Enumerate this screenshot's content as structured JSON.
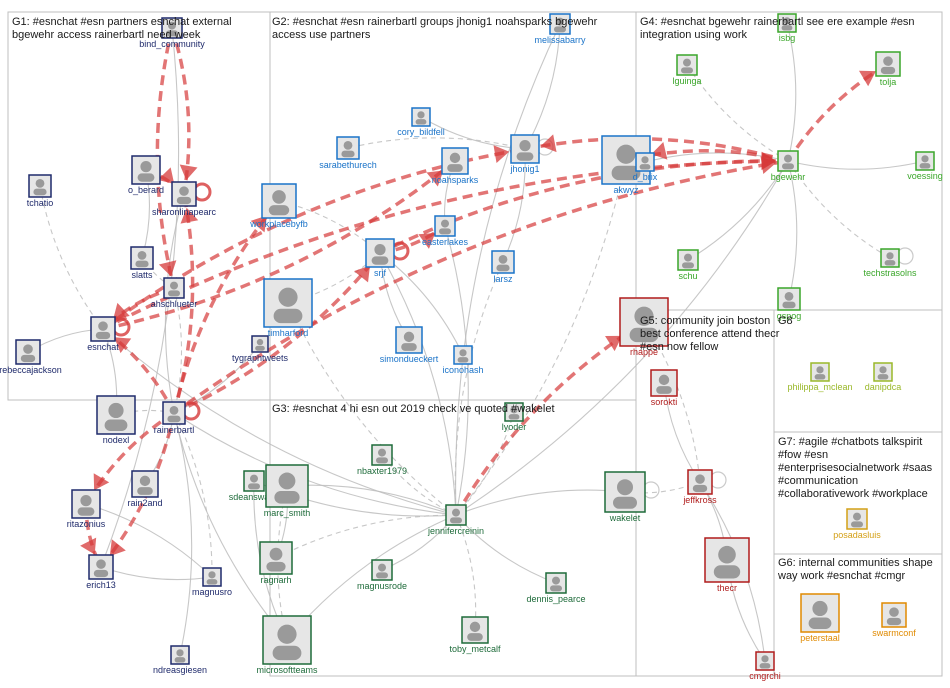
{
  "groups": [
    {
      "id": "G1",
      "label": "G1: #esnchat #esn partners esnchat external bgewehr access rainerbartl need week"
    },
    {
      "id": "G2",
      "label": "G2: #esnchat #esn rainerbartl groups jhonig1 noahsparks bgewehr access use partners"
    },
    {
      "id": "G3",
      "label": "G3: #esnchat 4 hi esn out 2019 check ve quoted #wakelet"
    },
    {
      "id": "G4",
      "label": "G4: #esnchat bgewehr rainerbartl see ere example #esn integration using work"
    },
    {
      "id": "G5",
      "label": "G5: community join boston best conference attend thecr #esn now fellow"
    },
    {
      "id": "G6",
      "label": "G6: internal communities shape way work #esnchat #cmgr"
    },
    {
      "id": "G7",
      "label": "G7: #agile #chatbots talkspirit #fow #esn #enterprisesocialnetwork #saas #communication #collaborativework #workplace"
    },
    {
      "id": "G8",
      "label": "G8"
    }
  ],
  "colors": {
    "G1": "#1f2a6b",
    "G2": "#1a73c8",
    "G3": "#1e6b3a",
    "G4": "#3aa62a",
    "G5": "#b01c1c",
    "G6": "#e08a00",
    "G7": "#d4a017",
    "G8": "#9ab82a",
    "edge": "#bdbdbd",
    "edge_red": "#d63a3a",
    "border": "#bfbfbf"
  },
  "nodes": [
    {
      "id": "bind_community",
      "label": "bind_community",
      "group": "G1"
    },
    {
      "id": "tchatio",
      "label": "tchatio",
      "group": "G1"
    },
    {
      "id": "o_berard",
      "label": "o_berard",
      "group": "G1"
    },
    {
      "id": "sharonlinapearc",
      "label": "sharonlinapearc",
      "group": "G1"
    },
    {
      "id": "slatts",
      "label": "slatts",
      "group": "G1"
    },
    {
      "id": "ahschlueter",
      "label": "ahschlueter",
      "group": "G1"
    },
    {
      "id": "esnchat",
      "label": "esnchat",
      "group": "G1"
    },
    {
      "id": "_rebeccajackson",
      "label": "_rebeccajackson",
      "group": "G1"
    },
    {
      "id": "nodexl",
      "label": "nodexl",
      "group": "G1"
    },
    {
      "id": "rainerbartl",
      "label": "rainerbartl",
      "group": "G1"
    },
    {
      "id": "rain2and",
      "label": "rain2and",
      "group": "G1"
    },
    {
      "id": "ritazonius",
      "label": "ritazonius",
      "group": "G1"
    },
    {
      "id": "erich13",
      "label": "erich13",
      "group": "G1"
    },
    {
      "id": "magnusro",
      "label": "magnusro",
      "group": "G1"
    },
    {
      "id": "ndreasgiesen",
      "label": "ndreasgiesen",
      "group": "G1"
    },
    {
      "id": "tygraphtweets",
      "label": "tygraphtweets",
      "group": "G1"
    },
    {
      "id": "melissabarry",
      "label": "melissabarry",
      "group": "G2"
    },
    {
      "id": "cory_bildfell",
      "label": "cory_bildfell",
      "group": "G2"
    },
    {
      "id": "sarabethurech",
      "label": "sarabethurech",
      "group": "G2"
    },
    {
      "id": "noahsparks",
      "label": "noahsparks",
      "group": "G2"
    },
    {
      "id": "jhonig1",
      "label": "jhonig1",
      "group": "G2"
    },
    {
      "id": "akwyz",
      "label": "akwyz",
      "group": "G2"
    },
    {
      "id": "d_brix",
      "label": "d_brix",
      "group": "G2"
    },
    {
      "id": "workplacebyfb",
      "label": "workplacebyfb",
      "group": "G2"
    },
    {
      "id": "easterlakes",
      "label": "easterlakes",
      "group": "G2"
    },
    {
      "id": "srjf",
      "label": "srjf",
      "group": "G2"
    },
    {
      "id": "larsz",
      "label": "larsz",
      "group": "G2"
    },
    {
      "id": "timharford",
      "label": "timharford",
      "group": "G2"
    },
    {
      "id": "simondueckert",
      "label": "simondueckert",
      "group": "G2"
    },
    {
      "id": "iconohash",
      "label": "iconohash",
      "group": "G2"
    },
    {
      "id": "lyoder",
      "label": "lyoder",
      "group": "G3"
    },
    {
      "id": "nbaxter1979",
      "label": "nbaxter1979",
      "group": "G3"
    },
    {
      "id": "sdeanswann",
      "label": "sdeanswann",
      "group": "G3"
    },
    {
      "id": "marc_smith",
      "label": "marc_smith",
      "group": "G3"
    },
    {
      "id": "jennifercreinin",
      "label": "jennifercreinin",
      "group": "G3"
    },
    {
      "id": "wakelet",
      "label": "wakelet",
      "group": "G3"
    },
    {
      "id": "ragnarh",
      "label": "ragnarh",
      "group": "G3"
    },
    {
      "id": "magnusrode",
      "label": "magnusrode",
      "group": "G3"
    },
    {
      "id": "dennis_pearce",
      "label": "dennis_pearce",
      "group": "G3"
    },
    {
      "id": "toby_metcalf",
      "label": "toby_metcalf",
      "group": "G3"
    },
    {
      "id": "microsoftteams",
      "label": "microsoftteams",
      "group": "G3"
    },
    {
      "id": "isbg",
      "label": "isbg",
      "group": "G4"
    },
    {
      "id": "lguinga",
      "label": "lguinga",
      "group": "G4"
    },
    {
      "id": "tolja",
      "label": "tolja",
      "group": "G4"
    },
    {
      "id": "bgewehr",
      "label": "bgewehr",
      "group": "G4"
    },
    {
      "id": "voessing",
      "label": "voessing",
      "group": "G4"
    },
    {
      "id": "schu",
      "label": "schu",
      "group": "G4"
    },
    {
      "id": "techstrasolns",
      "label": "techstrasolns",
      "group": "G4"
    },
    {
      "id": "gspog",
      "label": "gspog",
      "group": "G4"
    },
    {
      "id": "rhappe",
      "label": "rhappe",
      "group": "G5"
    },
    {
      "id": "sorokti",
      "label": "sorokti",
      "group": "G5"
    },
    {
      "id": "jeffkross",
      "label": "jeffkross",
      "group": "G5"
    },
    {
      "id": "thecr",
      "label": "thecr",
      "group": "G5"
    },
    {
      "id": "cmgrchi",
      "label": "cmgrchi",
      "group": "G5"
    },
    {
      "id": "philippa_mclean",
      "label": "philippa_mclean",
      "group": "G8"
    },
    {
      "id": "danipdca",
      "label": "danipdca",
      "group": "G8"
    },
    {
      "id": "posadasluis",
      "label": "posadasluis",
      "group": "G7"
    },
    {
      "id": "peterstaal",
      "label": "peterstaal",
      "group": "G6"
    },
    {
      "id": "swarmconf",
      "label": "swarmconf",
      "group": "G6"
    }
  ],
  "edges": [
    [
      "rainerbartl",
      "esnchat",
      "red"
    ],
    [
      "rainerbartl",
      "bgewehr",
      "red"
    ],
    [
      "rainerbartl",
      "srjf",
      "red"
    ],
    [
      "rainerbartl",
      "workplacebyfb",
      "red"
    ],
    [
      "rainerbartl",
      "sharonlinapearc",
      "red"
    ],
    [
      "rainerbartl",
      "erich13",
      "red"
    ],
    [
      "rainerbartl",
      "ritazonius",
      "red"
    ],
    [
      "esnchat",
      "jhonig1",
      "red"
    ],
    [
      "esnchat",
      "noahsparks",
      "red"
    ],
    [
      "esnchat",
      "bgewehr",
      "red"
    ],
    [
      "bgewehr",
      "akwyz",
      "red"
    ],
    [
      "bgewehr",
      "tolja",
      "red"
    ],
    [
      "bgewehr",
      "jhonig1",
      "red"
    ],
    [
      "srjf",
      "bgewehr",
      "red"
    ],
    [
      "srjf",
      "easterlakes",
      "red"
    ],
    [
      "bind_community",
      "sharonlinapearc",
      "red"
    ],
    [
      "bind_community",
      "ahschlueter",
      "red"
    ],
    [
      "o_berard",
      "sharonlinapearc",
      "red"
    ],
    [
      "ahschlueter",
      "esnchat",
      "red"
    ],
    [
      "jennifercreinin",
      "rhappe",
      "red"
    ],
    [
      "ritazonius",
      "erich13",
      "red"
    ],
    [
      "jennifercreinin",
      "nbaxter1979",
      "grey"
    ],
    [
      "jennifercreinin",
      "marc_smith",
      "grey"
    ],
    [
      "jennifercreinin",
      "sdeanswann",
      "grey"
    ],
    [
      "jennifercreinin",
      "ragnarh",
      "grey"
    ],
    [
      "jennifercreinin",
      "magnusrode",
      "grey"
    ],
    [
      "jennifercreinin",
      "dennis_pearce",
      "grey"
    ],
    [
      "jennifercreinin",
      "toby_metcalf",
      "grey"
    ],
    [
      "jennifercreinin",
      "microsoftteams",
      "grey"
    ],
    [
      "jennifercreinin",
      "wakelet",
      "grey"
    ],
    [
      "jennifercreinin",
      "lyoder",
      "grey"
    ],
    [
      "jennifercreinin",
      "rainerbartl",
      "grey"
    ],
    [
      "jennifercreinin",
      "bgewehr",
      "grey"
    ],
    [
      "jennifercreinin",
      "timharford",
      "grey"
    ],
    [
      "jennifercreinin",
      "srjf",
      "grey"
    ],
    [
      "jennifercreinin",
      "esnchat",
      "grey"
    ],
    [
      "marc_smith",
      "microsoftteams",
      "grey"
    ],
    [
      "marc_smith",
      "ragnarh",
      "grey"
    ],
    [
      "sdeanswann",
      "microsoftteams",
      "grey"
    ],
    [
      "rainerbartl",
      "magnusro",
      "grey"
    ],
    [
      "rainerbartl",
      "microsoftteams",
      "grey"
    ],
    [
      "rainerbartl",
      "ndreasgiesen",
      "grey"
    ],
    [
      "rainerbartl",
      "nodexl",
      "grey"
    ],
    [
      "rainerbartl",
      "rain2and",
      "grey"
    ],
    [
      "rainerbartl",
      "tygraphtweets",
      "grey"
    ],
    [
      "esnchat",
      "tchatio",
      "grey"
    ],
    [
      "esnchat",
      "_rebeccajackson",
      "grey"
    ],
    [
      "esnchat",
      "nodexl",
      "grey"
    ],
    [
      "slatts",
      "ahschlueter",
      "grey"
    ],
    [
      "o_berard",
      "slatts",
      "grey"
    ],
    [
      "bgewehr",
      "voessing",
      "grey"
    ],
    [
      "bgewehr",
      "lguinga",
      "grey"
    ],
    [
      "bgewehr",
      "isbg",
      "grey"
    ],
    [
      "bgewehr",
      "schu",
      "grey"
    ],
    [
      "bgewehr",
      "techstrasolns",
      "grey"
    ],
    [
      "bgewehr",
      "gspog",
      "grey"
    ],
    [
      "bgewehr",
      "d_brix",
      "grey"
    ],
    [
      "akwyz",
      "d_brix",
      "grey"
    ],
    [
      "jhonig1",
      "melissabarry",
      "grey"
    ],
    [
      "jhonig1",
      "cory_bildfell",
      "grey"
    ],
    [
      "jhonig1",
      "sarabethurech",
      "grey"
    ],
    [
      "jhonig1",
      "larsz",
      "grey"
    ],
    [
      "noahsparks",
      "easterlakes",
      "grey"
    ],
    [
      "srjf",
      "timharford",
      "grey"
    ],
    [
      "srjf",
      "simondueckert",
      "grey"
    ],
    [
      "srjf",
      "iconohash",
      "grey"
    ],
    [
      "srjf",
      "workplacebyfb",
      "grey"
    ],
    [
      "jeffkross",
      "thecr",
      "grey"
    ],
    [
      "sorokti",
      "jeffkross",
      "grey"
    ],
    [
      "rhappe",
      "jeffkross",
      "grey"
    ],
    [
      "thecr",
      "cmgrchi",
      "grey"
    ],
    [
      "jeffkross",
      "cmgrchi",
      "grey"
    ],
    [
      "wakelet",
      "jeffkross",
      "grey"
    ],
    [
      "bind_community",
      "erich13",
      "grey"
    ],
    [
      "sharonlinapearc",
      "rainerbartl",
      "grey"
    ],
    [
      "ahschlueter",
      "rainerbartl",
      "grey"
    ],
    [
      "erich13",
      "magnusro",
      "grey"
    ],
    [
      "ritazonius",
      "magnusro",
      "grey"
    ],
    [
      "larsz",
      "jennifercreinin",
      "grey"
    ],
    [
      "easterlakes",
      "jennifercreinin",
      "grey"
    ],
    [
      "melissabarry",
      "jennifercreinin",
      "grey"
    ],
    [
      "akwyz",
      "jennifercreinin",
      "grey"
    ]
  ]
}
